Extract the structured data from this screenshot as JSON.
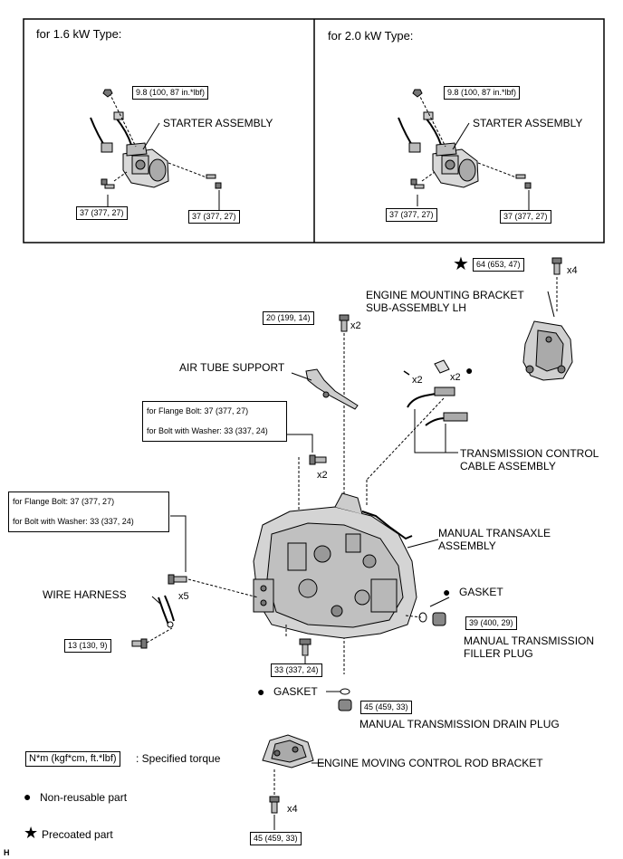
{
  "panels": {
    "left": {
      "title": "for 1.6 kW Type:",
      "torque_top": "9.8 (100, 87 in.*lbf)",
      "starter_label": "STARTER ASSEMBLY",
      "torque_left": "37 (377, 27)",
      "torque_right": "37 (377, 27)"
    },
    "right": {
      "title": "for 2.0 kW Type:",
      "torque_top": "9.8 (100, 87 in.*lbf)",
      "starter_label": "STARTER ASSEMBLY",
      "torque_left": "37 (377, 27)",
      "torque_right": "37 (377, 27)"
    }
  },
  "labels": {
    "mount_torque": "64 (653, 47)",
    "mount_qty": "x4",
    "engine_mount": "ENGINE MOUNTING BRACKET",
    "engine_mount2": "SUB-ASSEMBLY LH",
    "top_bolt_torque": "20 (199, 14)",
    "top_bolt_qty": "x2",
    "air_tube": "AIR TUBE SUPPORT",
    "clip_qty": "x2",
    "pin_qty": "x2",
    "flange_upper_1": "for Flange Bolt: 37 (377, 27)",
    "flange_upper_2": "for Bolt with Washer: 33 (337, 24)",
    "flange_upper_qty": "x2",
    "tcc": "TRANSMISSION CONTROL",
    "tcc2": "CABLE ASSEMBLY",
    "flange_left_1": "for Flange Bolt: 37 (377, 27)",
    "flange_left_2": "for Bolt with Washer: 33 (337, 24)",
    "left_bolt_qty": "x5",
    "mta": "MANUAL TRANSAXLE",
    "mta2": "ASSEMBLY",
    "wire_harness": "WIRE HARNESS",
    "gasket_right": "GASKET",
    "filler_torque": "39 (400, 29)",
    "filler": "MANUAL TRANSMISSION",
    "filler2": "FILLER PLUG",
    "harness_torque": "13 (130, 9)",
    "bottom_bolt_torque": "33 (337, 24)",
    "gasket_bottom": "GASKET",
    "drain_torque": "45 (459, 33)",
    "drain": "MANUAL TRANSMISSION DRAIN PLUG",
    "rod_bracket": "ENGINE MOVING CONTROL ROD BRACKET",
    "rod_qty": "x4",
    "rod_torque": "45 (459, 33)",
    "corner": "H"
  },
  "legend": {
    "torque_box": "N*m (kgf*cm, ft.*lbf)",
    "torque_desc": ": Specified torque",
    "nonreusable": "Non-reusable part",
    "precoated": "Precoated part"
  }
}
